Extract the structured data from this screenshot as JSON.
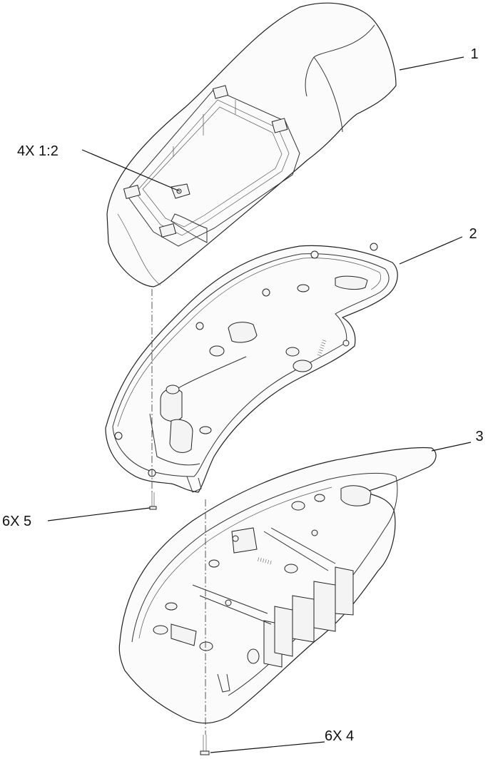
{
  "callouts": {
    "part1": "1",
    "part2": "2",
    "part3": "3",
    "detail_clip": "4X  1:2",
    "screw_5": "6X  5",
    "screw_4": "6X  4"
  }
}
